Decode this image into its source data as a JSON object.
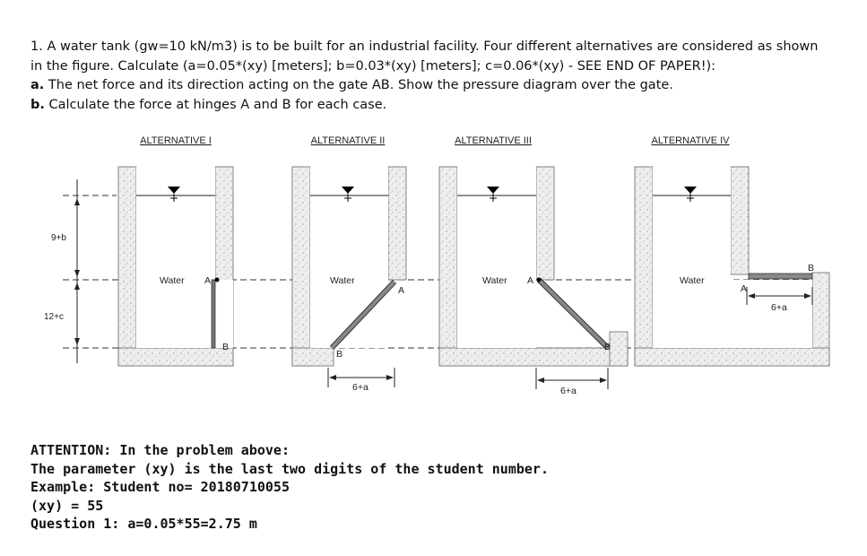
{
  "question": {
    "line1": "1. A water tank (gw=10 kN/m3) is to be built for an industrial facility. Four different alternatives are considered as shown",
    "line2": "in the figure. Calculate (a=0.05*(xy) [meters]; b=0.03*(xy) [meters]; c=0.06*(xy) - SEE END OF PAPER!):",
    "item_a_label": "a.",
    "item_a_text": "The net force and its direction acting on the gate AB. Show the pressure diagram over the gate.",
    "item_b_label": "b.",
    "item_b_text": "Calculate the force at hinges A and B for each case."
  },
  "figure": {
    "titles": [
      "ALTERNATIVE I",
      "ALTERNATIVE II",
      "ALTERNATIVE III",
      "ALTERNATIVE IV"
    ],
    "dim_top": "9+b",
    "dim_bottom": "12+c",
    "water_label": "Water",
    "hinge_a": "A",
    "hinge_b": "B",
    "dim_width": "6+a"
  },
  "attention": {
    "line1": "ATTENTION: In the problem above:",
    "line2": "The parameter (xy) is the last two digits of the student number.",
    "line3": "Example: Student no= 20180710055",
    "line4": "(xy) = 55",
    "line5": "Question 1: a=0.05*55=2.75 m"
  }
}
